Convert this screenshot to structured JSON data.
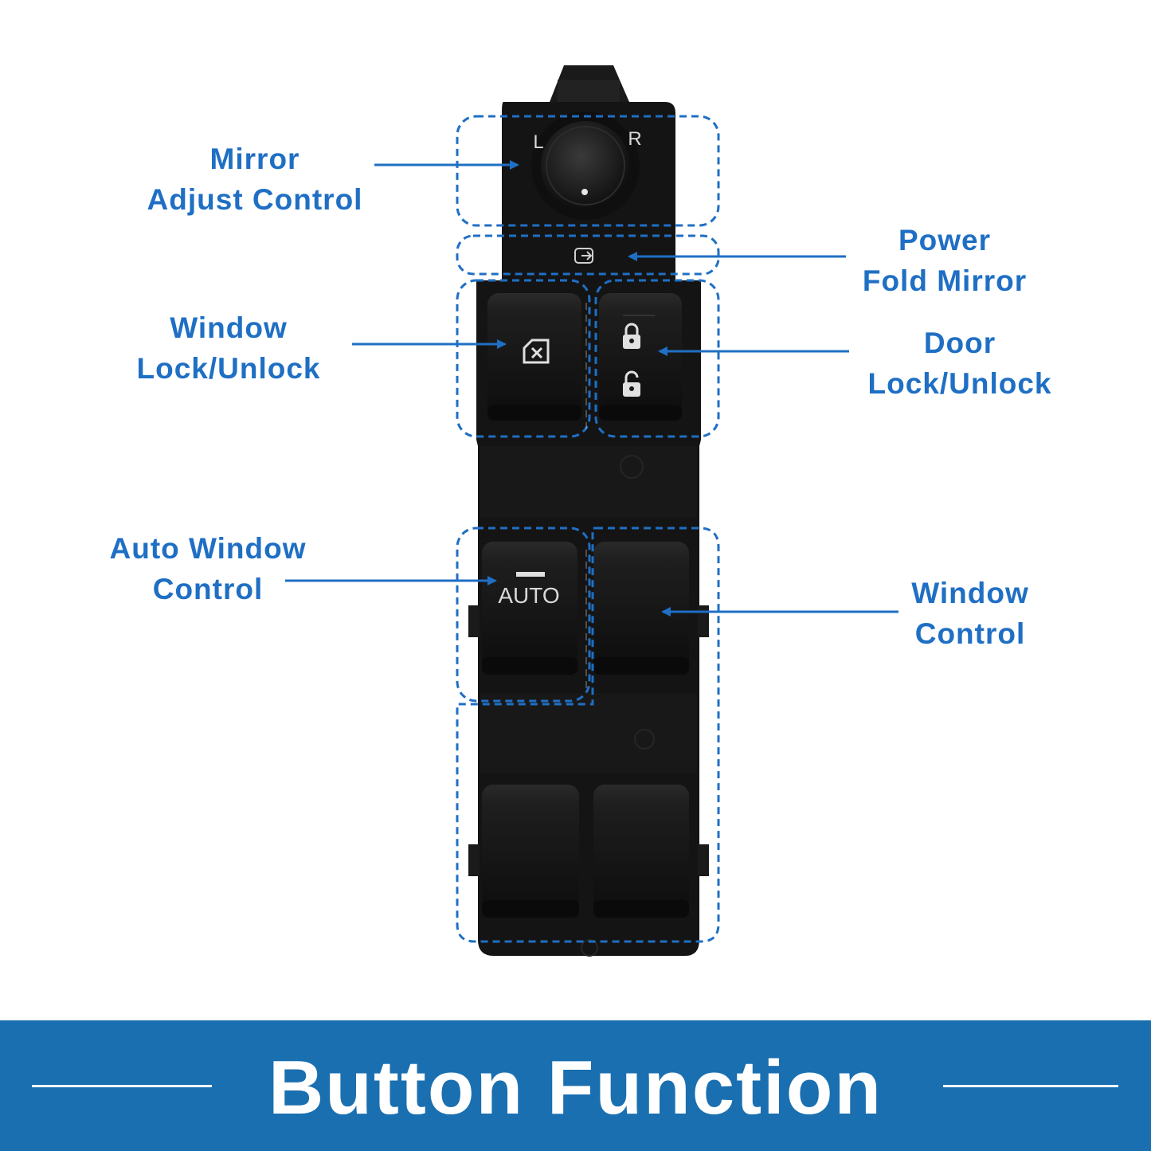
{
  "panel": {
    "mirror_left_label": "L",
    "mirror_right_label": "R",
    "auto_key_label": "AUTO"
  },
  "callouts": [
    {
      "id": "mirror-adjust",
      "lines": [
        "Mirror",
        "Adjust Control"
      ]
    },
    {
      "id": "power-fold",
      "lines": [
        "Power",
        "Fold Mirror"
      ]
    },
    {
      "id": "window-lock",
      "lines": [
        "Window",
        "Lock/Unlock"
      ]
    },
    {
      "id": "door-lock",
      "lines": [
        "Door",
        "Lock/Unlock"
      ]
    },
    {
      "id": "auto-window",
      "lines": [
        "Auto Window",
        "Control"
      ]
    },
    {
      "id": "window-control",
      "lines": [
        "Window",
        "Control"
      ]
    }
  ],
  "banner": {
    "title": "Button Function"
  },
  "colors": {
    "accent": "#1f6fc4",
    "banner": "#1a6fb0",
    "panel": "#141414",
    "key": "#1d1d1d"
  }
}
